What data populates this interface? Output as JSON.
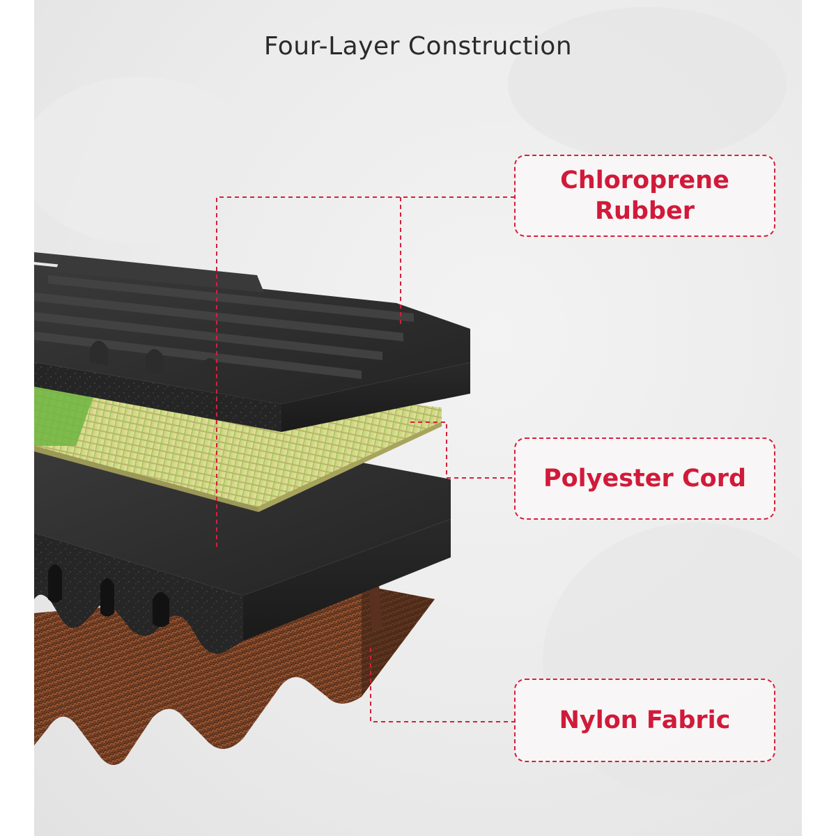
{
  "title": "Four-Layer Construction",
  "labels": [
    {
      "line1": "Chloroprene",
      "line2": "Rubber"
    },
    {
      "line1": "Polyester Cord"
    },
    {
      "line1": "Nylon Fabric"
    }
  ],
  "colors": {
    "accent": "#d11a3a",
    "rubber": "#2e2e2e",
    "cord": "#d8d68c",
    "fabric": "#6b3a22"
  }
}
